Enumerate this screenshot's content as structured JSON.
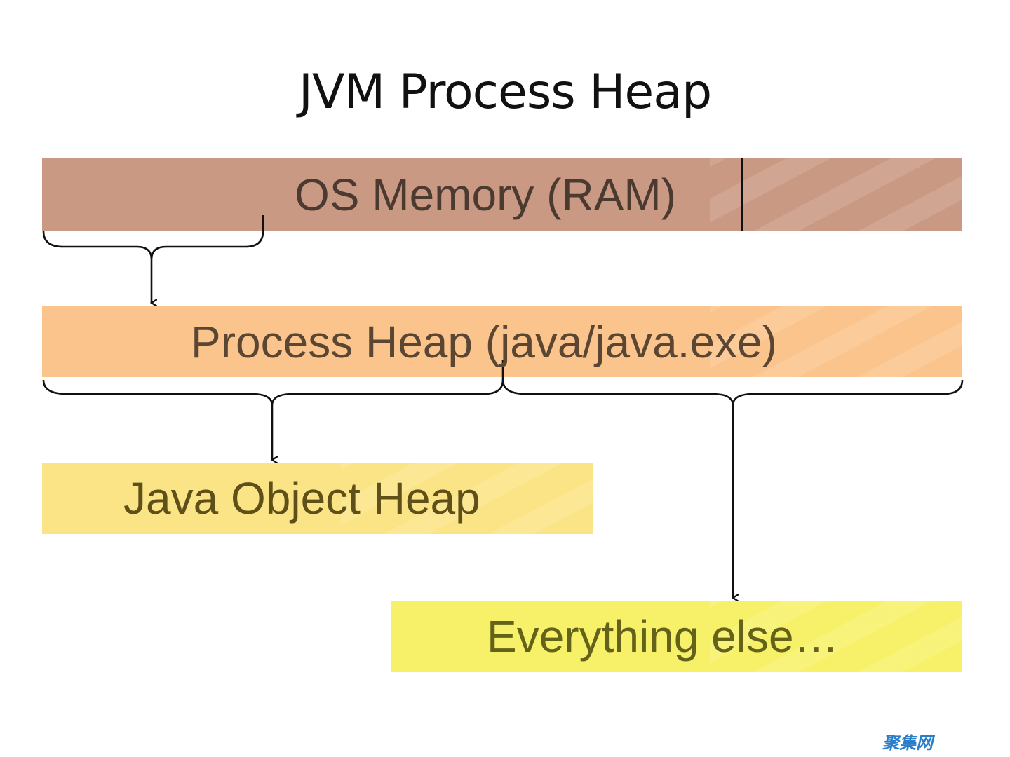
{
  "title": "JVM Process Heap",
  "boxes": {
    "os_memory": "OS Memory (RAM)",
    "process_heap": "Process Heap (java/java.exe)",
    "java_object_heap": "Java Object Heap",
    "everything_else": "Everything else…"
  },
  "colors": {
    "os_memory": "#c99983",
    "process_heap": "#fbc48c",
    "java_object_heap": "#fbe485",
    "everything_else": "#f7f169"
  },
  "watermark": "聚集网"
}
